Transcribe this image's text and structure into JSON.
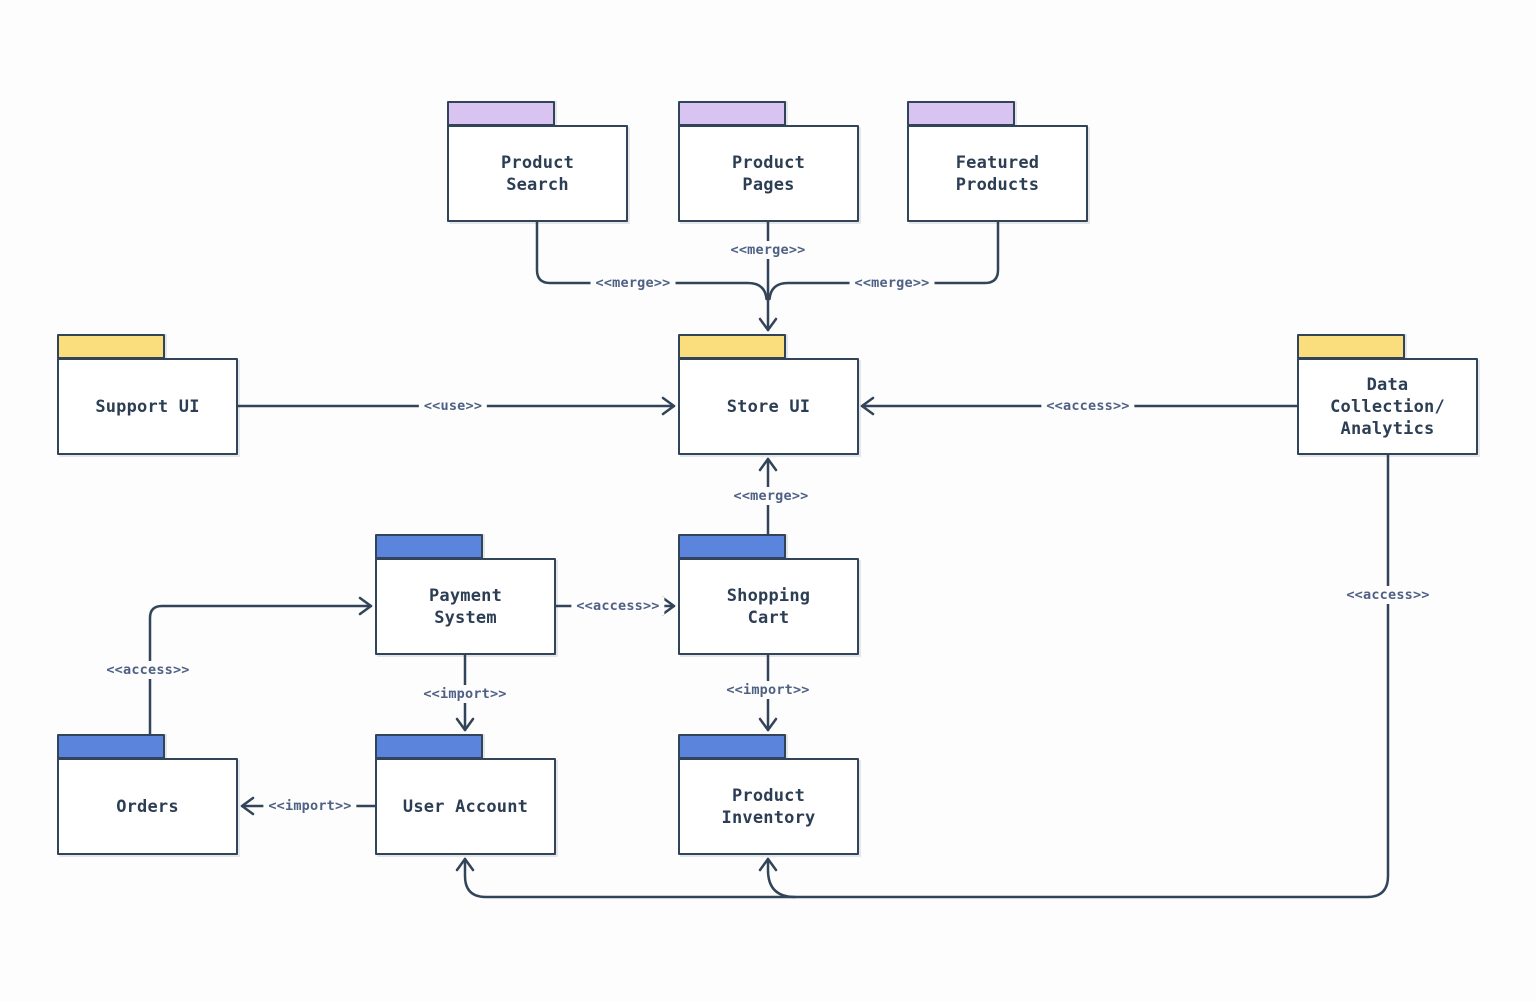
{
  "colors": {
    "stroke": "#314459",
    "box_text": "#2C3E54",
    "label_text": "#4E6084",
    "purple": "#D9C3F1",
    "yellow": "#FADE7D",
    "blue": "#5B85DD",
    "background": "#FDFDFD",
    "box_fill": "#FFFFFF"
  },
  "packages": [
    {
      "id": "product-search",
      "label": "Product\nSearch",
      "group": "purple"
    },
    {
      "id": "product-pages",
      "label": "Product\nPages",
      "group": "purple"
    },
    {
      "id": "featured-products",
      "label": "Featured\nProducts",
      "group": "purple"
    },
    {
      "id": "support-ui",
      "label": "Support UI",
      "group": "yellow"
    },
    {
      "id": "store-ui",
      "label": "Store UI",
      "group": "yellow"
    },
    {
      "id": "data-collection",
      "label": "Data\nCollection/\nAnalytics",
      "group": "yellow"
    },
    {
      "id": "payment-system",
      "label": "Payment\nSystem",
      "group": "blue"
    },
    {
      "id": "shopping-cart",
      "label": "Shopping\nCart",
      "group": "blue"
    },
    {
      "id": "orders",
      "label": "Orders",
      "group": "blue"
    },
    {
      "id": "user-account",
      "label": "User Account",
      "group": "blue"
    },
    {
      "id": "product-inventory",
      "label": "Product\nInventory",
      "group": "blue"
    }
  ],
  "edges": [
    {
      "from": "Product Search",
      "to": "Store UI",
      "label": "<<merge>>"
    },
    {
      "from": "Product Pages",
      "to": "Store UI",
      "label": "<<merge>>"
    },
    {
      "from": "Featured Products",
      "to": "Store UI",
      "label": "<<merge>>"
    },
    {
      "from": "Support UI",
      "to": "Store UI",
      "label": "<<use>>"
    },
    {
      "from": "Data Collection/Analytics",
      "to": "Store UI",
      "label": "<<access>>"
    },
    {
      "from": "Shopping Cart",
      "to": "Store UI",
      "label": "<<merge>>"
    },
    {
      "from": "Payment System",
      "to": "Shopping Cart",
      "label": "<<access>>"
    },
    {
      "from": "Orders",
      "to": "Payment System",
      "label": "<<access>>"
    },
    {
      "from": "Payment System",
      "to": "User Account",
      "label": "<<import>>"
    },
    {
      "from": "Shopping Cart",
      "to": "Product Inventory",
      "label": "<<import>>"
    },
    {
      "from": "User Account",
      "to": "Orders",
      "label": "<<import>>"
    },
    {
      "from": "Data Collection/Analytics",
      "to": "User Account / Product Inventory",
      "label": "<<access>>"
    }
  ]
}
